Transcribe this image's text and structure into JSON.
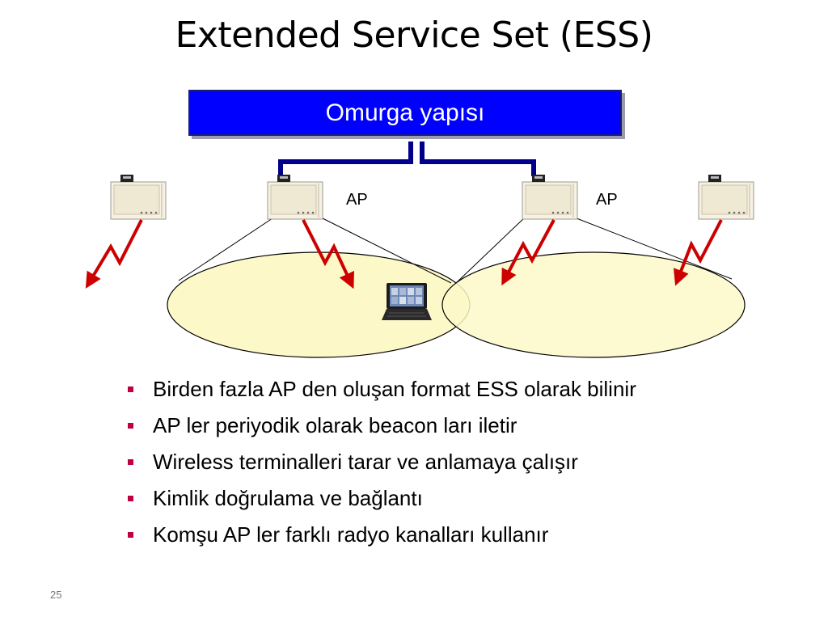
{
  "slide": {
    "title": "Extended Service Set (ESS)",
    "backbone_label": "Omurga yapısı",
    "ap_labels": [
      "AP",
      "AP"
    ],
    "bullets": [
      "Birden fazla AP den oluşan format ESS olarak bilinir",
      "AP ler periyodik olarak beacon ları iletir",
      "Wireless terminalleri tarar ve anlamaya çalışır",
      "Kimlik doğrulama ve bağlantı",
      "Komşu AP ler farklı radyo kanalları kullanır"
    ],
    "page_number": "25"
  },
  "colors": {
    "backbone_fill": "#0000ff",
    "cable": "#00008b",
    "coverage_fill": "#fdf8c8",
    "signal": "#cc0000",
    "bullet": "#c0003a"
  },
  "icons": [
    "access-point-icon",
    "laptop-icon",
    "signal-bolt-icon"
  ]
}
